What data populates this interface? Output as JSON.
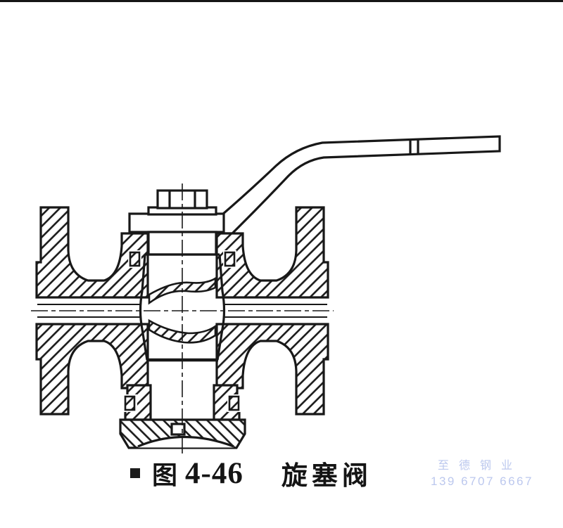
{
  "colors": {
    "background": "#ffffff",
    "ink": "#181818",
    "watermark": "#bcc8ee"
  },
  "caption": {
    "bullet": "■",
    "figure_word": "图",
    "figure_number": "4-46",
    "title": "旋塞阀"
  },
  "watermark": {
    "line1": "至德钢业",
    "line2": "139 6707 6667"
  }
}
